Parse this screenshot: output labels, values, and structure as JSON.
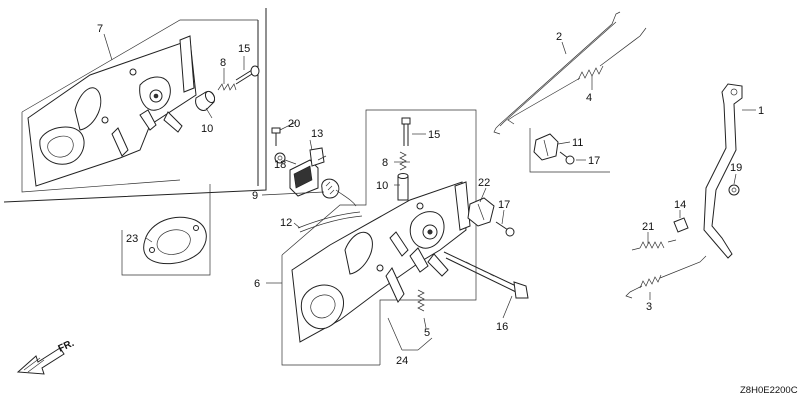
{
  "diagram": {
    "code": "Z8H0E2200C",
    "direction_label": "FR.",
    "callouts": {
      "p1": "1",
      "p2": "2",
      "p3": "3",
      "p4": "4",
      "p5": "5",
      "p6": "6",
      "p7": "7",
      "p8a": "8",
      "p8b": "8",
      "p9": "9",
      "p10a": "10",
      "p10b": "10",
      "p11": "11",
      "p12": "12",
      "p13": "13",
      "p14": "14",
      "p15a": "15",
      "p15b": "15",
      "p16": "16",
      "p17a": "17",
      "p17b": "17",
      "p18": "18",
      "p19": "19",
      "p20": "20",
      "p21": "21",
      "p22": "22",
      "p23": "23",
      "p24": "24"
    }
  }
}
